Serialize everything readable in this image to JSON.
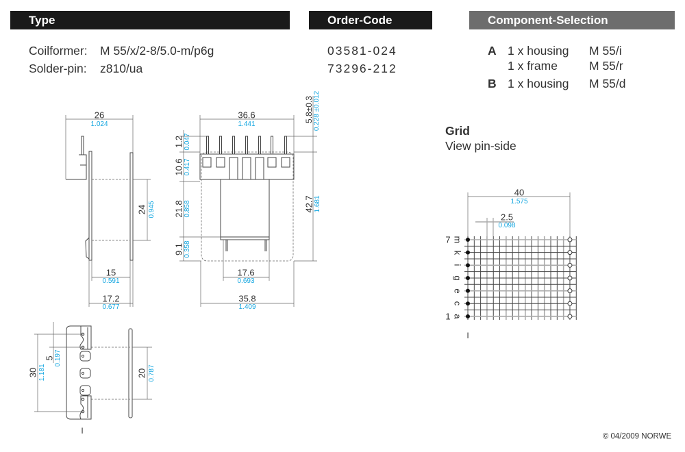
{
  "header": {
    "type": "Type",
    "order_code": "Order-Code",
    "component_selection": "Component-Selection"
  },
  "type_rows": [
    {
      "label": "Coilformer:",
      "value": "M 55/x/2-8/5.0-m/p6g",
      "order_code": "03581-024"
    },
    {
      "label": "Solder-pin:",
      "value": "z810/ua",
      "order_code": "73296-212"
    }
  ],
  "components": [
    {
      "letter": "A",
      "qty": "1 x housing",
      "part": "M 55/i"
    },
    {
      "letter": "",
      "qty": "1 x frame",
      "part": "M 55/r"
    },
    {
      "letter": "B",
      "qty": "1 x housing",
      "part": "M 55/d"
    }
  ],
  "grid": {
    "title": "Grid",
    "subtitle": "View pin-side",
    "width": {
      "mm": "40",
      "inch": "1.575"
    },
    "pitch": {
      "mm": "2.5",
      "inch": "0.098"
    },
    "row_first": "1",
    "row_last": "7",
    "row_letters": [
      "m",
      "k",
      "i",
      "g",
      "e",
      "c",
      "a"
    ],
    "marker": "I"
  },
  "side_view": {
    "width": {
      "mm": "26",
      "inch": "1.024"
    },
    "height": {
      "mm": "24",
      "inch": "0.945"
    },
    "inner": {
      "mm": "15",
      "inch": "0.591"
    },
    "outer": {
      "mm": "17.2",
      "inch": "0.677"
    }
  },
  "front_view": {
    "width_top": {
      "mm": "36.6",
      "inch": "1.441"
    },
    "pin_len": {
      "mm": "5.8±0.3",
      "inch": "0.228 ±0.012"
    },
    "d1": {
      "mm": "1.2",
      "inch": "0.047"
    },
    "d2": {
      "mm": "10.6",
      "inch": "0.417"
    },
    "d3": {
      "mm": "21.8",
      "inch": "0.858"
    },
    "d4": {
      "mm": "9.1",
      "inch": "0.358"
    },
    "height": {
      "mm": "42.7",
      "inch": "1.681"
    },
    "inner": {
      "mm": "17.6",
      "inch": "0.693"
    },
    "width": {
      "mm": "35.8",
      "inch": "1.409"
    }
  },
  "bottom_view": {
    "height": {
      "mm": "30",
      "inch": "1.181"
    },
    "pitch": {
      "mm": "5",
      "inch": "0.197"
    },
    "inner": {
      "mm": "20",
      "inch": "0.787"
    },
    "marker": "I"
  },
  "copyright": "© 04/2009 NORWE",
  "colors": {
    "header_dark": "#1a1a1a",
    "header_gray": "#6d6d6d",
    "inch": "#13a6e0"
  }
}
